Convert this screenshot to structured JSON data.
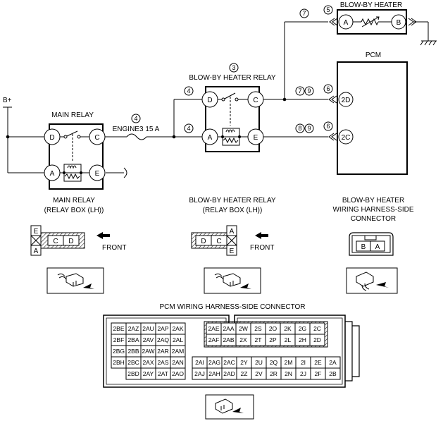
{
  "bplus": "B+",
  "main_relay": {
    "title": "MAIN RELAY",
    "pins": [
      "D",
      "C",
      "A",
      "E"
    ],
    "caption": [
      "MAIN RELAY",
      "(RELAY BOX (LH))"
    ]
  },
  "fuse": {
    "circle": "4",
    "label": "ENGINE3 15 A"
  },
  "bbh_relay": {
    "circle": "3",
    "title": "BLOW-BY HEATER RELAY",
    "pins": [
      "D",
      "C",
      "A",
      "E"
    ],
    "caption": [
      "BLOW-BY HEATER RELAY",
      "(RELAY BOX (LH))"
    ]
  },
  "blowby_heater": {
    "title": "BLOW-BY HEATER",
    "circle": "5",
    "pins": [
      "A",
      "B"
    ],
    "caption": [
      "BLOW-BY HEATER",
      "WIRING HARNESS-SIDE",
      "CONNECTOR"
    ]
  },
  "pcm": {
    "title": "PCM",
    "pins": [
      "2D",
      "2C"
    ]
  },
  "wire_circles": {
    "relay_in_top": "4",
    "relay_in_bottom": "4",
    "top_a": "7",
    "top_b": "9",
    "top_c": "7",
    "bot_a": "8",
    "bot_b": "9",
    "pcm_top": "6",
    "pcm_bottom": "6",
    "heater": "5"
  },
  "front_label": "FRONT",
  "main_relay_connector": {
    "col": [
      "E",
      "A"
    ],
    "row": [
      "C",
      "D"
    ]
  },
  "bbh_relay_connector": {
    "row": [
      "D",
      "C"
    ],
    "col": [
      "A",
      "E"
    ]
  },
  "heater_connector": [
    "B",
    "A"
  ],
  "pcm_connector": {
    "title": "PCM WIRING HARNESS-SIDE CONNECTOR",
    "left_block": [
      [
        "2BE",
        "2AZ",
        "2AU",
        "2AP",
        "2AK"
      ],
      [
        "2BF",
        "2BA",
        "2AV",
        "2AQ",
        "2AL"
      ],
      [
        "2BG",
        "2BB",
        "2AW",
        "2AR",
        "2AM"
      ],
      [
        "2BH",
        "2BC",
        "2AX",
        "2AS",
        "2AN"
      ],
      [
        "",
        "2BD",
        "2AY",
        "2AT",
        "2AO"
      ]
    ],
    "top_block": [
      [
        "2AE",
        "2AA",
        "2W",
        "2S",
        "2O",
        "2K",
        "2G",
        "2C"
      ],
      [
        "2AF",
        "2AB",
        "2X",
        "2T",
        "2P",
        "2L",
        "2H",
        "2D"
      ]
    ],
    "bottom_block": [
      [
        "2AI",
        "2AG",
        "2AC",
        "2Y",
        "2U",
        "2Q",
        "2M",
        "2I",
        "2E",
        "2A"
      ],
      [
        "2AJ",
        "2AH",
        "2AD",
        "2Z",
        "2V",
        "2R",
        "2N",
        "2J",
        "2F",
        "2B"
      ]
    ]
  }
}
